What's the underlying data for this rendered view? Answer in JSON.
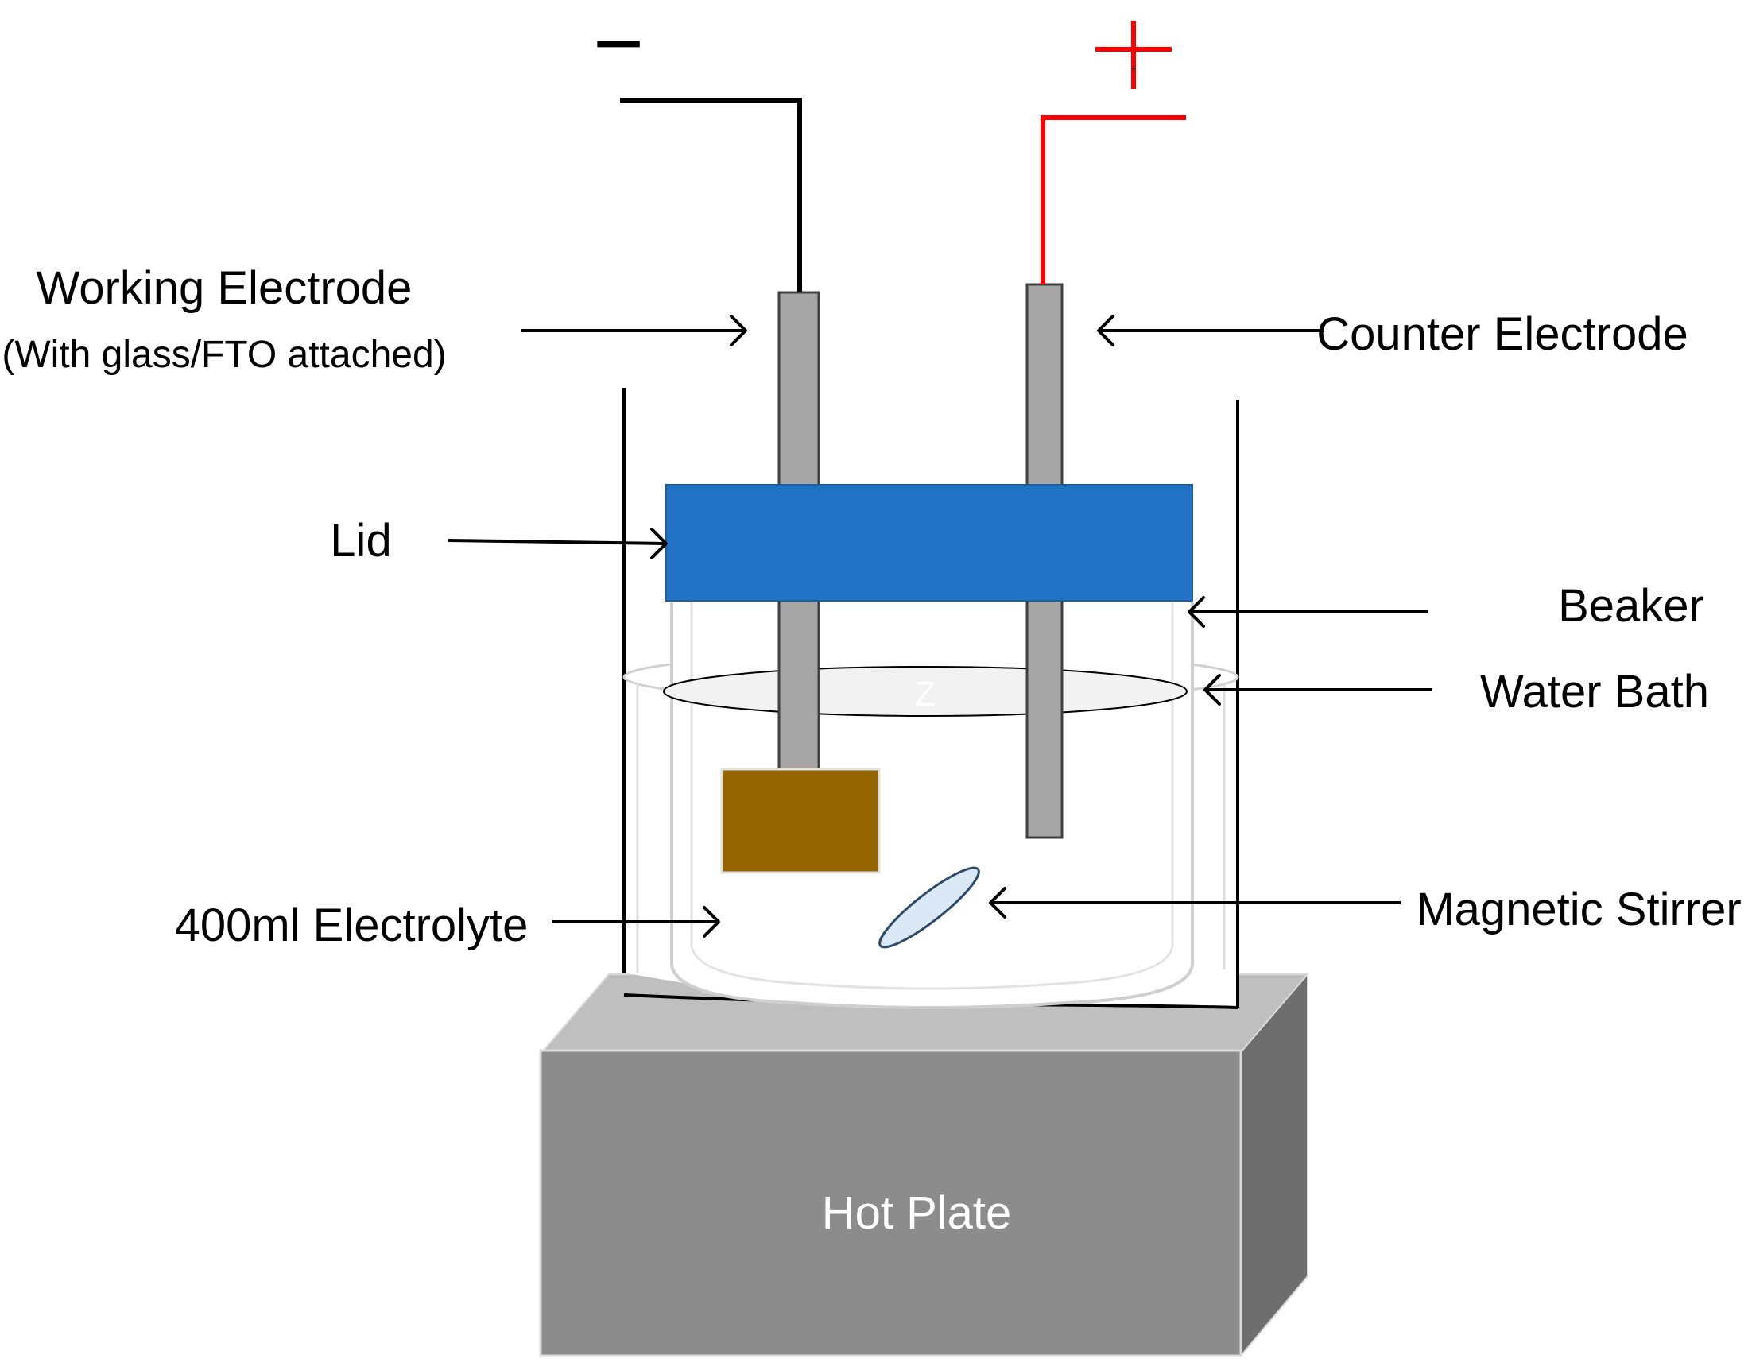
{
  "diagram": {
    "terminals": {
      "negative_sign": "−",
      "positive_sign": "+"
    },
    "labels": {
      "working_electrode": "Working Electrode",
      "working_electrode_note": "(With glass/FTO attached)",
      "counter_electrode": "Counter Electrode",
      "lid": "Lid",
      "beaker": "Beaker",
      "water_bath": "Water Bath",
      "magnetic_stirrer": "Magnetic Stirrer",
      "electrolyte": "400ml Electrolyte",
      "hot_plate": "Hot Plate",
      "liquid_mark": "Z"
    },
    "colors": {
      "negative_wire": "#000000",
      "positive_wire": "#ff0000",
      "electrode": "#a6a6a6",
      "lid": "#2072c6",
      "sample": "#956500",
      "stirrer": "#dbe9f6",
      "hot_plate_front": "#8c8c8c",
      "hot_plate_top": "#bfbfbf",
      "hot_plate_side": "#6e6e6e"
    }
  }
}
